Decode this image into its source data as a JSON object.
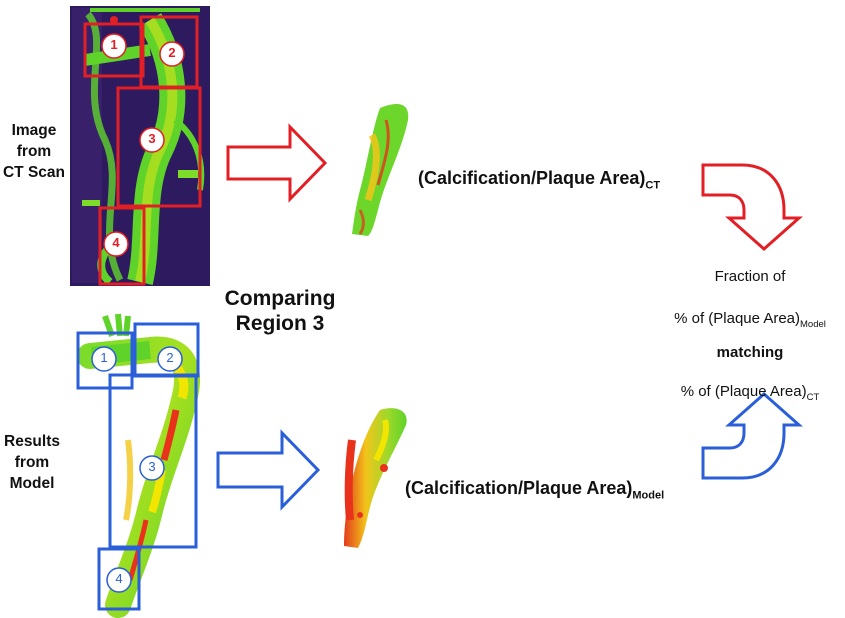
{
  "labels": {
    "ct_image_line1": "Image",
    "ct_image_line2": "from",
    "ct_image_line3": "CT Scan",
    "model_results_line1": "Results",
    "model_results_line2": "from",
    "model_results_line3": "Model",
    "comparing_line1": "Comparing",
    "comparing_line2": "Region 3"
  },
  "formulas": {
    "ct_main": "(Calcification/Plaque Area)",
    "ct_sub": "CT",
    "model_main": "(Calcification/Plaque Area)",
    "model_sub": "Model"
  },
  "result": {
    "line1": "Fraction of",
    "line2_main": "% of (Plaque Area)",
    "line2_sub": "Model",
    "line3": "matching",
    "line4_main": "% of (Plaque Area)",
    "line4_sub": "CT"
  },
  "regions": {
    "ct": [
      "1",
      "2",
      "3",
      "4"
    ],
    "model": [
      "1",
      "2",
      "3",
      "4"
    ]
  },
  "colors": {
    "ct_accent": "#e31f26",
    "model_accent": "#2b5fd9",
    "scan_background": "#2e1a5e",
    "tissue_green": "#5fd32a",
    "plaque_yellow": "#f2e600",
    "calcification_red": "#e8321c"
  }
}
